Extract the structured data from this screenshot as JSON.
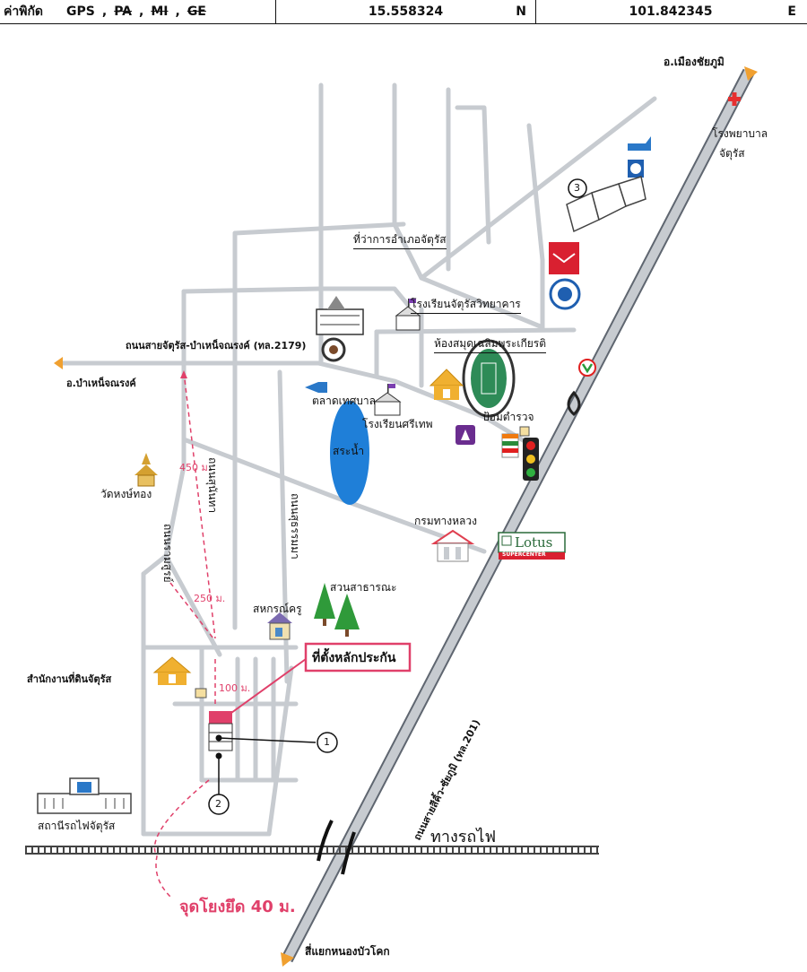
{
  "gps": {
    "label": "ค่าพิกัด",
    "system": "GPS",
    "options": [
      "PA",
      "MI",
      "GE"
    ],
    "latitude": "15.558324",
    "lat_dir": "N",
    "longitude": "101.842345",
    "lon_dir": "E"
  },
  "labels": {
    "to_chaiyaphum": "อ.เมืองชัยภูมิ",
    "hospital": "โรงพยาบาล",
    "hospital2": "จัตุรัส",
    "district_office": "ที่ว่าการอำเภอจัตุรัส",
    "school_main": "โรงเรียนจัตุรัสวิทยาคาร",
    "highway_2179": "ถนนสายจัตุรัส-บำเหน็จณรงค์ (ทล.2179)",
    "library": "ห้องสมุดเฉลิมพระเกียรติ",
    "to_bamnet": "อ.บำเหน็จณรงค์",
    "market": "ตลาดเทศบาล",
    "school_srithep": "โรงเรียนศรีเทพ",
    "police_box": "ป้อมตำรวจ",
    "pond": "สระน้ำ",
    "temple": "วัดหงษ์ทอง",
    "dist_450": "450 ม.",
    "road_phanha": "ถนนสุนันทา",
    "road_ramsoon": "ถนนรามสูรย์",
    "road_suthammawas": "ถนนสุธรรมมา",
    "highways_dept": "กรมทางหลวง",
    "lotus": "Lotus",
    "lotus_sub": "SUPERCENTER",
    "park": "สวนสาธารณะ",
    "dist_250": "250 ม.",
    "coop": "สหกรณ์ครู",
    "collateral_site": "ที่ตั้งหลักประกัน",
    "land_office": "สำนักงานที่ดินจัตุรัส",
    "dist_100": "100 ม.",
    "highway_201": "ถนนสายสีคิ้ว-ชัยภูมิ (ทล.201)",
    "railway": "ทางรถไฟ",
    "station": "สถานีรถไฟจัตุรัส",
    "anchor_point": "จุดโยงยึด 40 ม.",
    "to_nong_bua_khok": "สี่แยกหนองบัวโคก",
    "marker_1": "1",
    "marker_2": "2",
    "marker_3": "3"
  },
  "colors": {
    "road": "#c7cbd0",
    "highway": "#c7cbd0",
    "highway_edge": "#5f6670",
    "pink": "#e0406a",
    "pond": "#1f7fd8",
    "tree": "#2f9a3a",
    "arrow_orange": "#f0a030"
  }
}
